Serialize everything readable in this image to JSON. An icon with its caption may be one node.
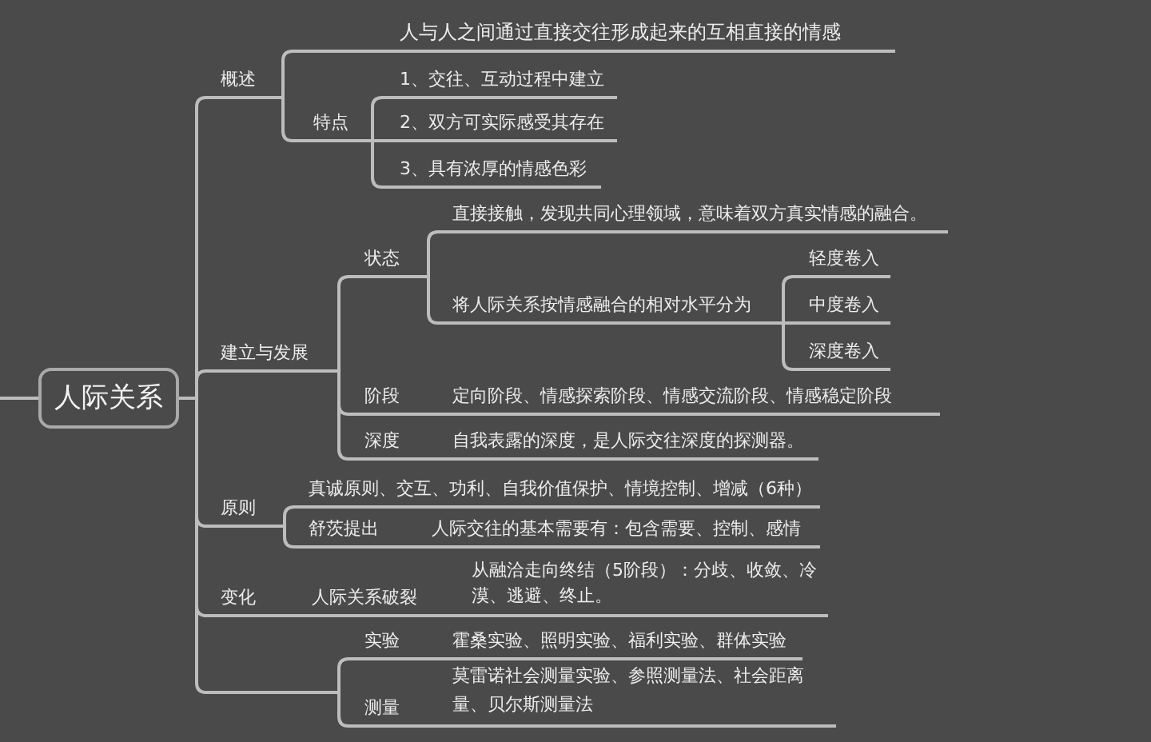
{
  "diagram": {
    "nodes": [
      {
        "text": [
          "人际关系"
        ]
      },
      {
        "text": [
          "概述"
        ]
      },
      {
        "text": [
          "人与人之间通过直接交往形成起来的互相直接的情感"
        ]
      },
      {
        "text": [
          "特点"
        ]
      },
      {
        "text": [
          "1、交往、互动过程中建立"
        ]
      },
      {
        "text": [
          "2、双方可实际感受其存在"
        ]
      },
      {
        "text": [
          "3、具有浓厚的情感色彩"
        ]
      },
      {
        "text": [
          "建立与发展"
        ]
      },
      {
        "text": [
          "状态"
        ]
      },
      {
        "text": [
          "直接接触，发现共同心理领域，意味着双方真实情感的融合。"
        ]
      },
      {
        "text": [
          "将人际关系按情感融合的相对水平分为"
        ]
      },
      {
        "text": [
          "轻度卷入"
        ]
      },
      {
        "text": [
          "中度卷入"
        ]
      },
      {
        "text": [
          "深度卷入"
        ]
      },
      {
        "text": [
          "阶段"
        ]
      },
      {
        "text": [
          "定向阶段、情感探索阶段、情感交流阶段、情感稳定阶段"
        ]
      },
      {
        "text": [
          "深度"
        ]
      },
      {
        "text": [
          "自我表露的深度，是人际交往深度的探测器。"
        ]
      },
      {
        "text": [
          "原则"
        ]
      },
      {
        "text": [
          "真诚原则、交互、功利、自我价值保护、情境控制、增减（6种）"
        ]
      },
      {
        "text": [
          "舒茨提出"
        ]
      },
      {
        "text": [
          "人际交往的基本需要有：包含需要、控制、感情"
        ]
      },
      {
        "text": [
          "变化"
        ]
      },
      {
        "text": [
          "人际关系破裂"
        ]
      },
      {
        "text": [
          "从融洽走向终结（5阶段）：分歧、收敛、冷漠、逃避、终止。"
        ]
      },
      {
        "text": [],
        "shape": "bar"
      },
      {
        "text": [
          "实验"
        ]
      },
      {
        "text": [
          "霍桑实验、照明实验、福利实验、群体实验"
        ]
      },
      {
        "text": [
          "测量"
        ]
      },
      {
        "text": [
          "莫雷诺社会测量实验、参照测量法、社会距离量、贝尔斯测量法"
        ]
      }
    ],
    "edges": [
      {
        "from": null,
        "to": 0,
        "arrow": "none"
      },
      {
        "from": 0,
        "to": 1,
        "arrow": "none"
      },
      {
        "from": 1,
        "to": 2,
        "arrow": "none"
      },
      {
        "from": 1,
        "to": 3,
        "arrow": "none"
      },
      {
        "from": 3,
        "to": 4,
        "arrow": "none"
      },
      {
        "from": 3,
        "to": 5,
        "arrow": "none"
      },
      {
        "from": 3,
        "to": 6,
        "arrow": "none"
      },
      {
        "from": 0,
        "to": 7,
        "arrow": "none"
      },
      {
        "from": 7,
        "to": 8,
        "arrow": "none"
      },
      {
        "from": 8,
        "to": 9,
        "arrow": "none"
      },
      {
        "from": 8,
        "to": 10,
        "arrow": "none"
      },
      {
        "from": 10,
        "to": 11,
        "arrow": "none"
      },
      {
        "from": 10,
        "to": 12,
        "arrow": "none"
      },
      {
        "from": 10,
        "to": 13,
        "arrow": "none"
      },
      {
        "from": 7,
        "to": 14,
        "arrow": "none"
      },
      {
        "from": 14,
        "to": 15,
        "arrow": "none"
      },
      {
        "from": 7,
        "to": 16,
        "arrow": "none"
      },
      {
        "from": 16,
        "to": 17,
        "arrow": "none"
      },
      {
        "from": 0,
        "to": 18,
        "arrow": "none"
      },
      {
        "from": 18,
        "to": 19,
        "arrow": "none"
      },
      {
        "from": 18,
        "to": 20,
        "arrow": "none"
      },
      {
        "from": 20,
        "to": 21,
        "arrow": "none"
      },
      {
        "from": 0,
        "to": 22,
        "arrow": "none"
      },
      {
        "from": 22,
        "to": 23,
        "arrow": "none"
      },
      {
        "from": 23,
        "to": 24,
        "arrow": "none"
      },
      {
        "from": 0,
        "to": 25,
        "arrow": "none"
      },
      {
        "from": 25,
        "to": 26,
        "arrow": "none"
      },
      {
        "from": 26,
        "to": 27,
        "arrow": "none"
      },
      {
        "from": 25,
        "to": 28,
        "arrow": "none"
      },
      {
        "from": 28,
        "to": 29,
        "arrow": "none"
      }
    ]
  }
}
